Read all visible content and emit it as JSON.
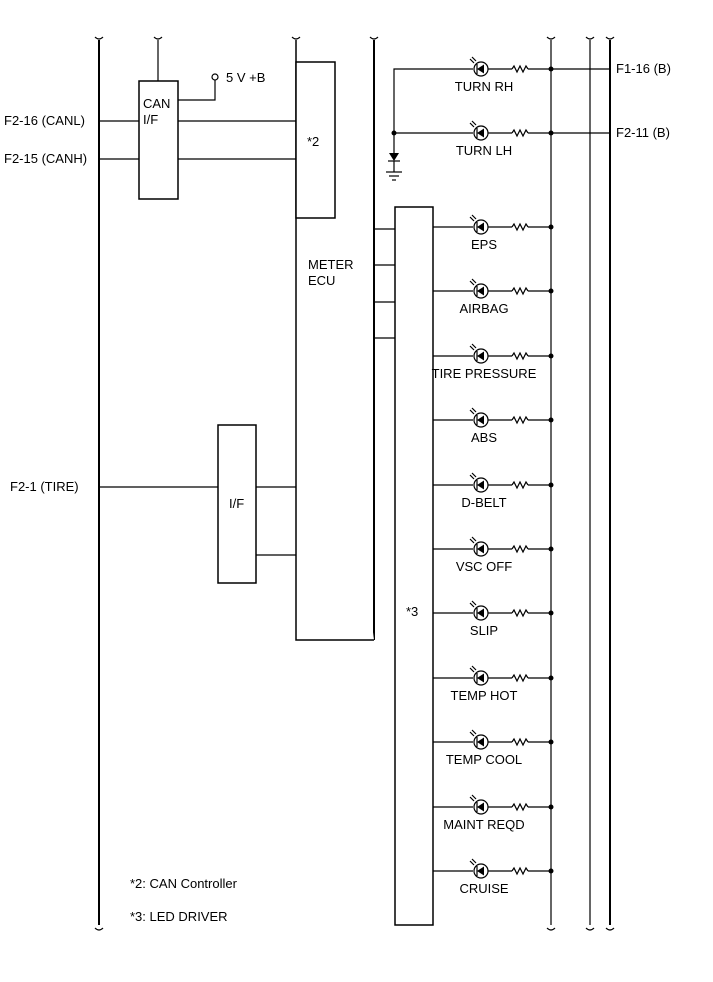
{
  "connectors": {
    "canl": "F2-16 (CANL)",
    "canh": "F2-15 (CANH)",
    "tire": "F2-1 (TIRE)",
    "f1_16": "F1-16 (B)",
    "f2_11": "F2-11 (B)"
  },
  "blocks": {
    "can_if_line1": "CAN",
    "can_if_line2": "I/F",
    "supply": "5 V +B",
    "can_controller_ref": "*2",
    "meter_ecu_line1": "METER",
    "meter_ecu_line2": "ECU",
    "tire_if": "I/F",
    "led_driver_ref": "*3"
  },
  "turn_lamps": [
    "TURN RH",
    "TURN LH"
  ],
  "indicators": [
    "EPS",
    "AIRBAG",
    "TIRE PRESSURE",
    "ABS",
    "D-BELT",
    "VSC OFF",
    "SLIP",
    "TEMP HOT",
    "TEMP COOL",
    "MAINT REQD",
    "CRUISE"
  ],
  "notes": {
    "note2": "*2: CAN Controller",
    "note3": "*3: LED DRIVER"
  }
}
